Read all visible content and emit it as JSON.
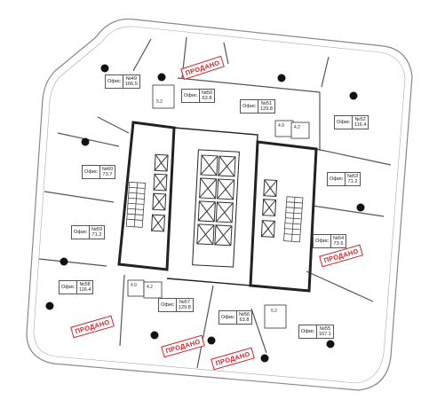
{
  "labels": {
    "office_word": "Офис",
    "sold": "ПРОДАНО"
  },
  "offices": [
    {
      "num": "№49",
      "area": "166.5"
    },
    {
      "num": "№50",
      "area": "63.8"
    },
    {
      "num": "№51",
      "area": "129.8"
    },
    {
      "num": "№52",
      "area": "116.4"
    },
    {
      "num": "№53",
      "area": "71.2"
    },
    {
      "num": "№54",
      "area": "73.6"
    },
    {
      "num": "№55",
      "area": "167.1"
    },
    {
      "num": "№56",
      "area": "63.8"
    },
    {
      "num": "№57",
      "area": "129.8"
    },
    {
      "num": "№58",
      "area": "116.4"
    },
    {
      "num": "№59",
      "area": "71.2"
    },
    {
      "num": "№60",
      "area": "73.7"
    }
  ],
  "wc_areas": [
    "5.2",
    "4.9",
    "4.2",
    "4.2",
    "4.9",
    "5.2"
  ],
  "colors": {
    "walls": "#222222",
    "sold": "#d2232a",
    "column": "#111111"
  }
}
